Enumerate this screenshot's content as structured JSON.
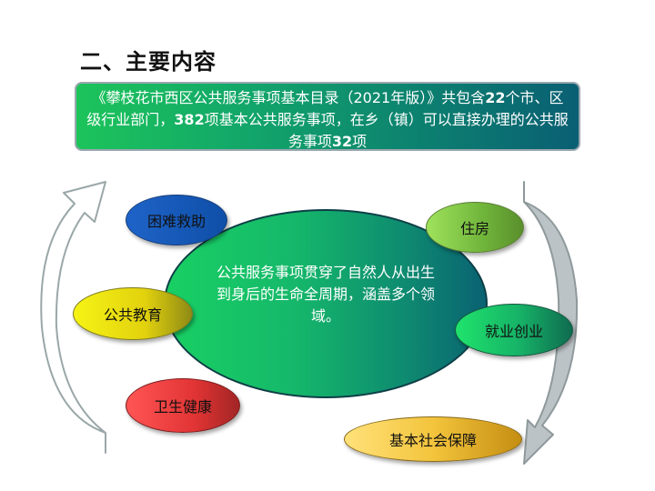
{
  "heading": "二、主要内容",
  "summary": {
    "part1": "《攀枝花市西区公共服务事项基本目录（2021年版）》共包含",
    "num1": "22",
    "part2": "个市、区级行业部门，",
    "num2": "382",
    "part3": "项基本公共服务事项，在乡（镇）可以直接办理的公共服务事项",
    "num3": "32",
    "part4": "项"
  },
  "center_text": "公共服务事项贯穿了自然人从出生到身后的生命全周期，涵盖多个领域。",
  "categories": [
    "困难救助",
    "住房",
    "公共教育",
    "就业创业",
    "卫生健康",
    "基本社会保障"
  ],
  "colors": {
    "summary_gradient": [
      "#1cc45a",
      "#0a5f73"
    ],
    "center_gradient": [
      "#19d063",
      "#0a6272"
    ],
    "arrow_fill": "#ffffff",
    "arrow_stroke": "#9aa7a8",
    "right_arrow_fill": "#bcc3c6"
  }
}
